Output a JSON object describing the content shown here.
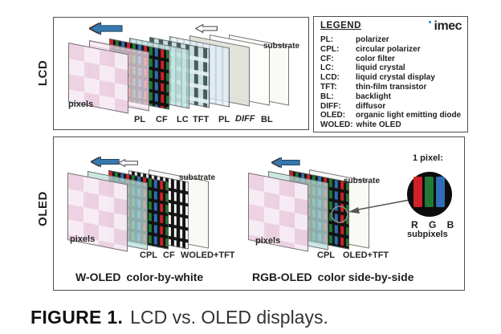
{
  "figure": {
    "caption_label": "FIGURE 1.",
    "caption_text": "LCD vs. OLED displays."
  },
  "lcd_panel": {
    "side_label": "LCD",
    "pixels_label": "pixels",
    "substrate_label": "substrate",
    "layer_labels": [
      "PL",
      "CF",
      "LC",
      "TFT",
      "PL",
      "DIFF",
      "BL"
    ]
  },
  "legend": {
    "title": "LEGEND",
    "logo": "imec",
    "entries": [
      {
        "term": "PL:",
        "definition": "polarizer"
      },
      {
        "term": "CPL:",
        "definition": "circular polarizer"
      },
      {
        "term": "CF:",
        "definition": "color filter"
      },
      {
        "term": "LC:",
        "definition": "liquid crystal"
      },
      {
        "term": "LCD:",
        "definition": "liquid crystal display"
      },
      {
        "term": "TFT:",
        "definition": "thin-film transistor"
      },
      {
        "term": "BL:",
        "definition": "backlight"
      },
      {
        "term": "DIFF:",
        "definition": "diffusor"
      },
      {
        "term": "OLED:",
        "definition": "organic light emitting diode"
      },
      {
        "term": "WOLED:",
        "definition": "white OLED"
      }
    ]
  },
  "oled_panel": {
    "side_label": "OLED",
    "woled": {
      "pixels_label": "pixels",
      "substrate_label": "substrate",
      "layer_labels": [
        "CPL",
        "CF",
        "WOLED+TFT"
      ],
      "caption_name": "W-OLED",
      "caption_desc": "color-by-white"
    },
    "rgb": {
      "pixels_label": "pixels",
      "substrate_label": "substrate",
      "layer_labels": [
        "CPL",
        "OLED+TFT"
      ],
      "caption_name": "RGB-OLED",
      "caption_desc": "color side-by-side"
    },
    "inset": {
      "title": "1 pixel:",
      "rgb_label": "R G B",
      "subpixels_label": "subpixels"
    }
  },
  "colors": {
    "panel_border": "#4f4f4f",
    "arrow_blue": "#3878ad",
    "arrow_red_fringe": "#8c1a10",
    "arrow_green_fringe": "#2f6f2f",
    "subpixel_red": "#cf2127",
    "subpixel_green": "#1f7a34",
    "subpixel_blue": "#2f6db5",
    "pixels_pink": "#ecd0e2",
    "cpl_teal": "#badfdb",
    "imec_dot_blue": "#3aa0c8"
  }
}
